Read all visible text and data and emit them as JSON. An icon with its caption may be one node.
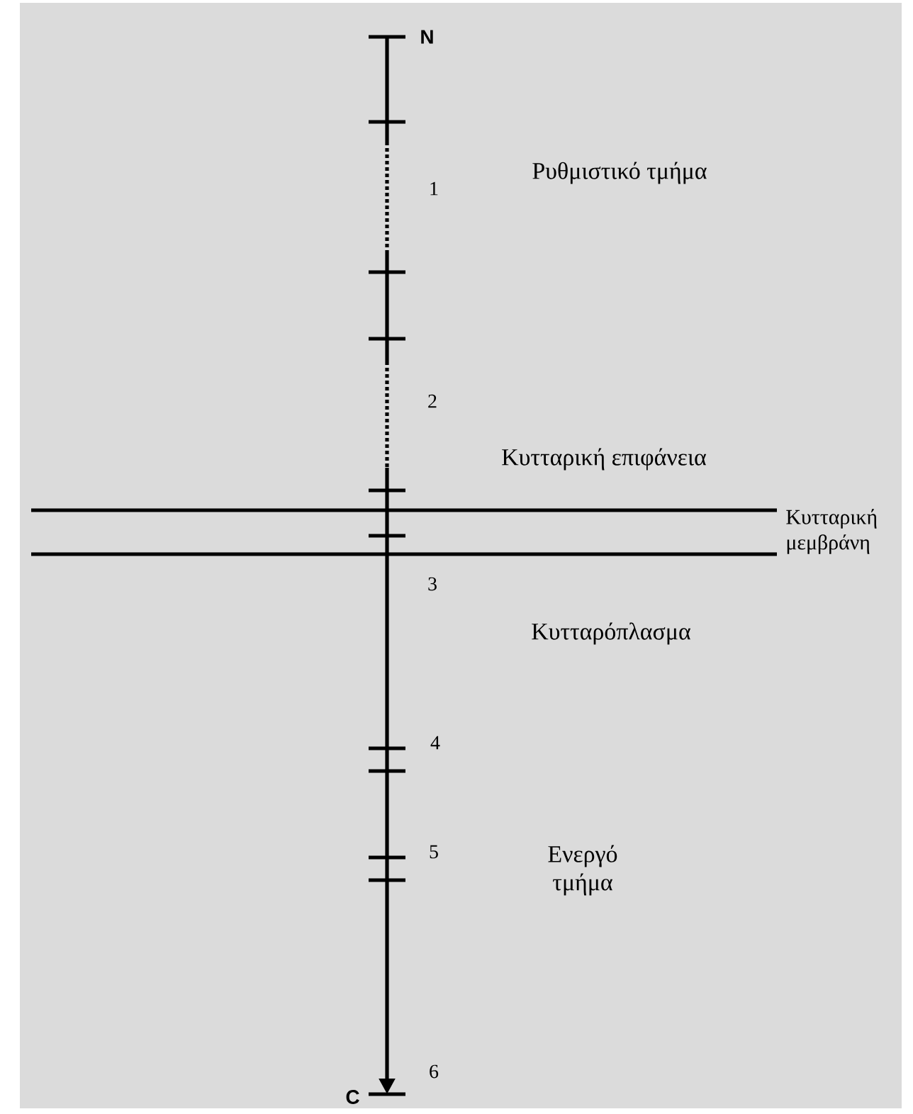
{
  "diagram": {
    "labels": [
      "N",
      "1",
      "Ρυθμιστικό τμήμα",
      "2",
      "Κυτταρική επιφάνεια",
      "Κυτταρική μεμβράνη",
      "3",
      "Κυτταρόπλασμα",
      "4",
      "Ενεργό τμήμα",
      "5",
      "6",
      "C"
    ]
  }
}
